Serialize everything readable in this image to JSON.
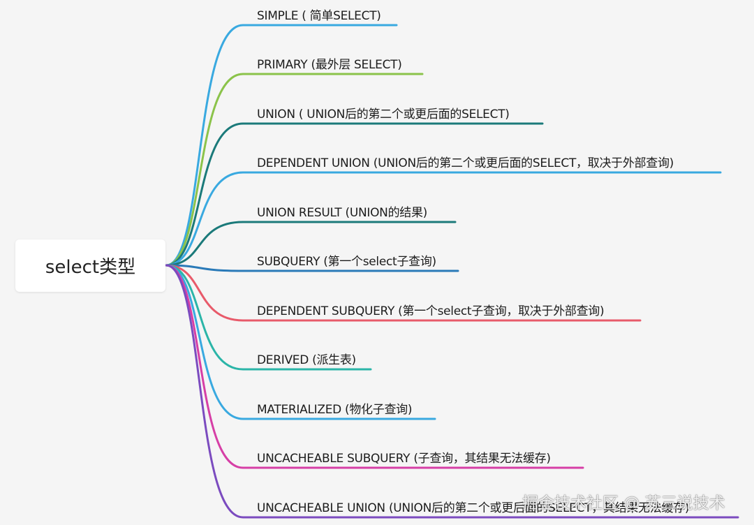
{
  "root": {
    "label": "select类型"
  },
  "branches": [
    {
      "label": "SIMPLE ( 简单SELECT)",
      "color": "#39a9e0"
    },
    {
      "label": "PRIMARY (最外层 SELECT)",
      "color": "#8bc34a"
    },
    {
      "label": "UNION ( UNION后的第二个或更后面的SELECT)",
      "color": "#1b7a7a"
    },
    {
      "label": "DEPENDENT UNION (UNION后的第二个或更后面的SELECT，取决于外部查询)",
      "color": "#39a9e0"
    },
    {
      "label": "UNION RESULT (UNION的结果)",
      "color": "#1b7a7a"
    },
    {
      "label": "SUBQUERY (第一个select子查询)",
      "color": "#2a7ab8"
    },
    {
      "label": "DEPENDENT SUBQUERY (第一个select子查询，取决于外部查询)",
      "color": "#e85a6a"
    },
    {
      "label": "DERIVED (派生表)",
      "color": "#2bb5a8"
    },
    {
      "label": "MATERIALIZED (物化子查询)",
      "color": "#39a9e0"
    },
    {
      "label": "UNCACHEABLE SUBQUERY (子查询，其结果无法缓存)",
      "color": "#d63fa6"
    },
    {
      "label": "UNCACHEABLE UNION (UNION后的第二个或更后面的SELECT，其结果无法缓存)",
      "color": "#7b4bbf"
    }
  ],
  "watermark": "掘金技术社区 @ 苏三说技术"
}
